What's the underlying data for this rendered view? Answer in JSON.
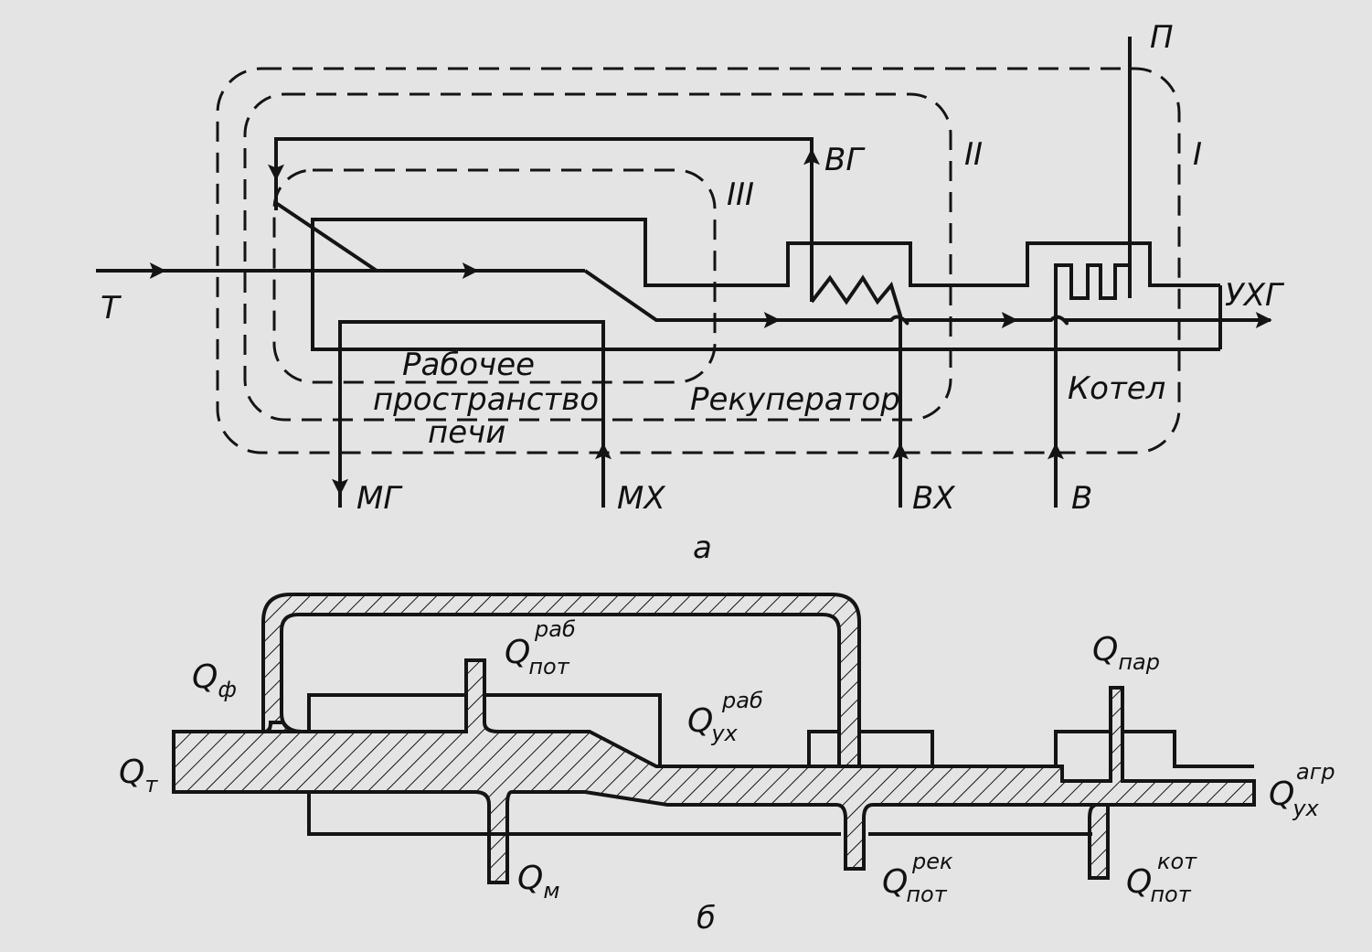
{
  "scheme_a": {
    "flows": {
      "t": "Т",
      "mg": "МГ",
      "mh": "МХ",
      "vh": "ВХ",
      "vg": "ВГ",
      "v": "В",
      "p": "П",
      "uhg": "УХГ"
    },
    "boundaries": {
      "one": "I",
      "two": "II",
      "three": "III"
    },
    "units": {
      "furnace_line1": "Рабочее",
      "furnace_line2": "пространство",
      "furnace_line3": "печи",
      "recuperator": "Рекуператор",
      "boiler": "Котел"
    },
    "caption": "а"
  },
  "scheme_b": {
    "q_f": {
      "base": "Q",
      "sub": "ф"
    },
    "q_t": {
      "base": "Q",
      "sub": "т"
    },
    "q_m": {
      "base": "Q",
      "sub": "м"
    },
    "q_par": {
      "base": "Q",
      "sub": "пар"
    },
    "q_pot_rab": {
      "base": "Q",
      "sup": "раб",
      "sub": "пот"
    },
    "q_uh_rab": {
      "base": "Q",
      "sup": "раб",
      "sub": "ух"
    },
    "q_pot_rek": {
      "base": "Q",
      "sup": "рек",
      "sub": "пот"
    },
    "q_pot_kot": {
      "base": "Q",
      "sup": "кот",
      "sub": "пот"
    },
    "q_uh_agr": {
      "base": "Q",
      "sup": "агр",
      "sub": "ух"
    },
    "caption": "б"
  },
  "colors": {
    "ink": "#141414",
    "paper": "#e4e4e4"
  }
}
